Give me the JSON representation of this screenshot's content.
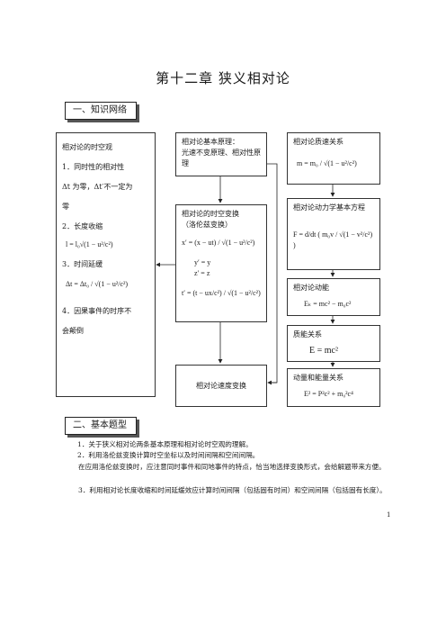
{
  "title": "第十二章    狭义相对论",
  "section1": "一、知识网络",
  "section2": "二、基本题型",
  "page_number": "1",
  "boxes": {
    "spacetime": {
      "heading": "相对论的时空观",
      "item1": "1．同时性的相对性",
      "item1_detail": "Δt 为零，Δt′不一定为",
      "item1_detail2": "零",
      "item2": "2．长度收缩",
      "length_formula": "l = l₀√(1 − u²/c²)",
      "item3": "3．时间延缓",
      "time_formula": "Δt = Δt₀ / √(1 − u²/c²)",
      "item4": "4．因果事件的时序不",
      "item4_detail": "会颠倒"
    },
    "principles": {
      "heading": "相对论基本原理：",
      "text": "光速不变原理、相对性原",
      "text2": "理"
    },
    "lorentz": {
      "heading": "相对论的时空变换",
      "subheading": "（洛伦兹变换）",
      "x": "x′ = (x − ut) / √(1 − u²/c²)",
      "y": "y′ = y",
      "z": "z′ = z",
      "t": "t′ = (t − ux/c²) / √(1 − u²/c²)"
    },
    "velocity": {
      "heading": "相对论速度变换"
    },
    "mass": {
      "heading": "相对论质速关系",
      "formula": "m = m₀ / √(1 − u²/c²)"
    },
    "dynamics": {
      "heading": "相对论动力学基本方程",
      "formula": "F = d/dt ( m₀v / √(1 − v²/c²) )"
    },
    "kinetic": {
      "heading": "相对论动能",
      "formula": "Eₖ = mc² − m₀c²"
    },
    "energy": {
      "heading": "质能关系",
      "formula": "E = mc²"
    },
    "momentum": {
      "heading": "动量和能量关系",
      "formula": "E² = P²c² + m₀²c⁴"
    }
  },
  "paragraphs": [
    "1．关于狭义相对论两条基本原理和相对论时空观的理解。",
    "2．利用洛伦兹变换计算时空坐标以及时间间隔和空间间隔。",
    "在应用洛伦兹变换时，应注意同时事件和同地事件的特点，恰当地选择变换形式，会给解题带来方便。",
    "3．利用相对论长度收缩和时间延缓效应计算时间间隔（包括固有时间）和空间间隔（包括固有长度）。"
  ]
}
